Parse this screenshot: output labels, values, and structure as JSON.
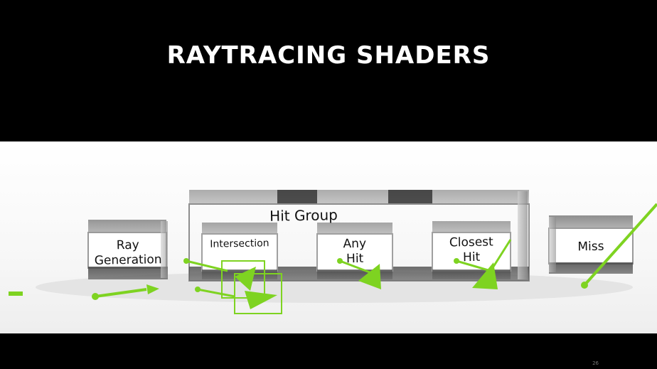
{
  "slide": {
    "title": "RAYTRACING SHADERS",
    "page_number": "26"
  },
  "diagram": {
    "hit_group_label": "Hit Group",
    "boxes": {
      "ray_generation": "Ray\nGeneration",
      "intersection": "Intersection",
      "any_hit": "Any\nHit",
      "closest_hit": "Closest\nHit",
      "miss": "Miss"
    }
  },
  "colors": {
    "ray_green": "#7ed321",
    "background_black": "#000000",
    "glass_edge": "#3a3a3a"
  }
}
